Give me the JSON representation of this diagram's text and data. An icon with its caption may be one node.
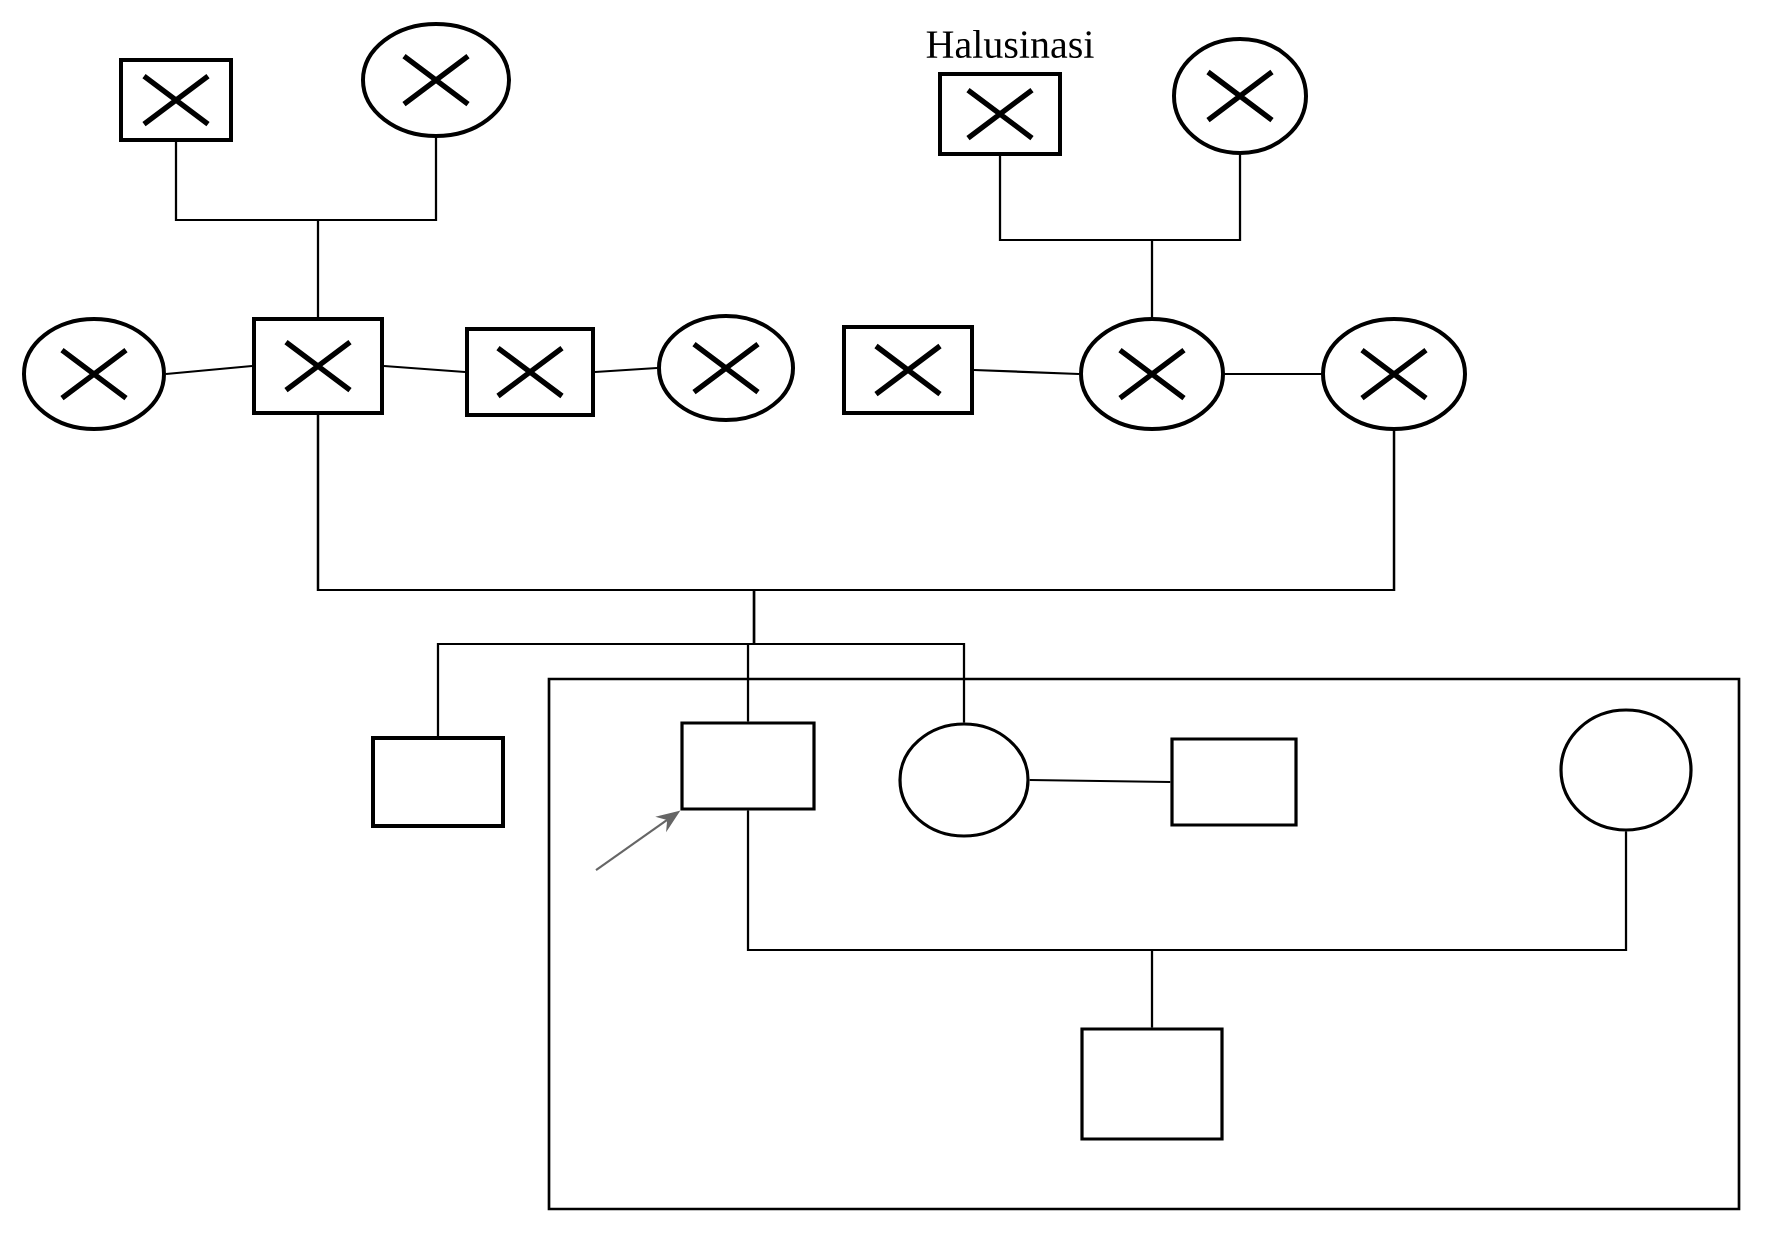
{
  "diagram": {
    "title": "Halusinasi",
    "nodes": [
      {
        "text": [],
        "shape": "box"
      },
      {
        "text": [],
        "shape": "circle"
      },
      {
        "text": [],
        "shape": "box"
      },
      {
        "text": [],
        "shape": "circle"
      },
      {
        "text": [],
        "shape": "circle"
      },
      {
        "text": [],
        "shape": "box"
      },
      {
        "text": [],
        "shape": "box"
      },
      {
        "text": [],
        "shape": "circle"
      },
      {
        "text": [],
        "shape": "box"
      },
      {
        "text": [],
        "shape": "circle"
      },
      {
        "text": [],
        "shape": "circle"
      },
      {
        "text": [],
        "shape": "box"
      },
      {
        "text": [],
        "shape": "box"
      },
      {
        "text": [],
        "shape": "box",
        "in": 11
      },
      {
        "text": [],
        "shape": "circle",
        "in": 11
      },
      {
        "text": [],
        "shape": "box",
        "in": 11
      },
      {
        "text": [],
        "shape": "circle",
        "in": 11
      },
      {
        "text": [],
        "shape": "box",
        "in": 11
      }
    ],
    "edges": [
      {
        "from": 0,
        "to": 1,
        "arrow": "none"
      },
      {
        "from": 0,
        "to": 5,
        "arrow": "none"
      },
      {
        "from": 1,
        "to": 5,
        "arrow": "none"
      },
      {
        "from": 2,
        "to": 3,
        "arrow": "none"
      },
      {
        "from": 2,
        "to": 9,
        "arrow": "none"
      },
      {
        "from": 3,
        "to": 9,
        "arrow": "none"
      },
      {
        "from": 4,
        "to": 5,
        "arrow": "none"
      },
      {
        "from": 5,
        "to": 6,
        "arrow": "none"
      },
      {
        "from": 6,
        "to": 7,
        "arrow": "none"
      },
      {
        "from": 8,
        "to": 9,
        "arrow": "none"
      },
      {
        "from": 9,
        "to": 10,
        "arrow": "none"
      },
      {
        "from": 5,
        "to": 10,
        "arrow": "none"
      },
      {
        "from": 5,
        "to": 12,
        "arrow": "none"
      },
      {
        "from": 10,
        "to": 12,
        "arrow": "none"
      },
      {
        "from": 5,
        "to": 13,
        "arrow": "none"
      },
      {
        "from": 10,
        "to": 13,
        "arrow": "none"
      },
      {
        "from": 5,
        "to": 14,
        "arrow": "none"
      },
      {
        "from": 10,
        "to": 14,
        "arrow": "none"
      },
      {
        "from": 14,
        "to": 15,
        "arrow": "none"
      },
      {
        "from": 13,
        "to": 16,
        "arrow": "none"
      },
      {
        "from": 13,
        "to": 17,
        "arrow": "none"
      },
      {
        "from": 16,
        "to": 17,
        "arrow": "none"
      },
      {
        "from": null,
        "to": 13,
        "arrow": "to",
        "color": "#666666"
      }
    ]
  }
}
